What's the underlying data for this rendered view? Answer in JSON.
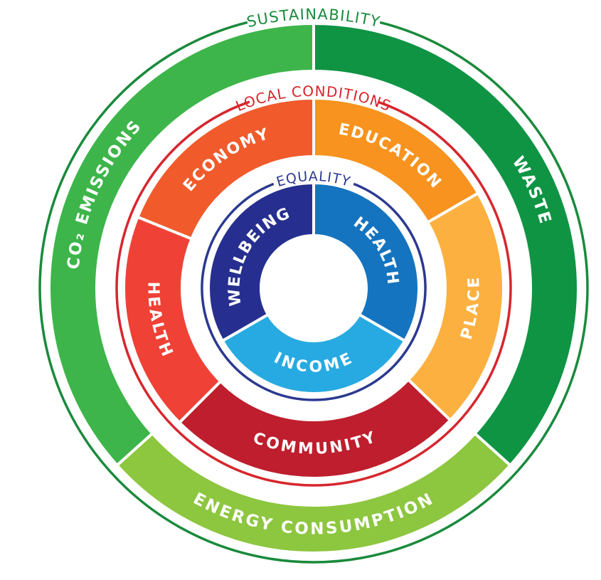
{
  "rings": {
    "outer": {
      "label": "SUSTAINABILITY",
      "label_color": "#1a8a3c",
      "outline_color": "#1a8a3c",
      "segments": [
        {
          "id": "co2",
          "label": "CO₂ EMISSIONS",
          "color": "#3db54a"
        },
        {
          "id": "waste",
          "label": "WASTE",
          "color": "#0f9444"
        },
        {
          "id": "energy",
          "label": "ENERGY CONSUMPTION",
          "color": "#8dc63f"
        }
      ]
    },
    "middle": {
      "label": "LOCAL CONDITIONS",
      "label_color": "#d7262d",
      "outline_color": "#d7262d",
      "segments": [
        {
          "id": "economy",
          "label": "ECONOMY",
          "color": "#f15a2b"
        },
        {
          "id": "education",
          "label": "EDUCATION",
          "color": "#f7931e"
        },
        {
          "id": "place",
          "label": "PLACE",
          "color": "#fbb040"
        },
        {
          "id": "community",
          "label": "COMMUNITY",
          "color": "#be1e2d"
        },
        {
          "id": "health-local",
          "label": "HEALTH",
          "color": "#ef4136"
        }
      ]
    },
    "inner": {
      "label": "EQUALITY",
      "label_color": "#2b3990",
      "outline_color": "#2b3990",
      "segments": [
        {
          "id": "wellbeing",
          "label": "WELLBEING",
          "color": "#262f8f"
        },
        {
          "id": "health-equality",
          "label": "HEALTH",
          "color": "#1474bf"
        },
        {
          "id": "income",
          "label": "INCOME",
          "color": "#27aae1"
        }
      ]
    }
  }
}
